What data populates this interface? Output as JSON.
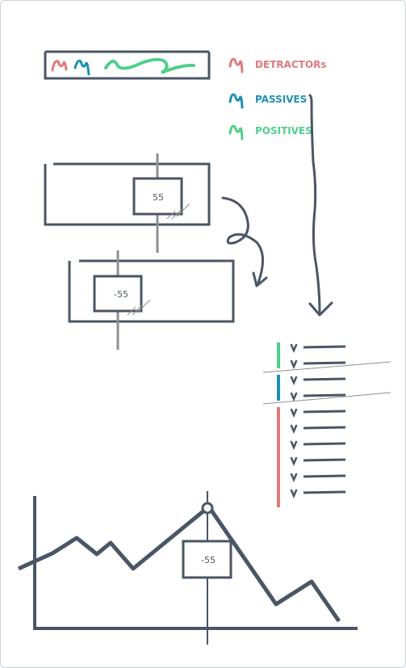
{
  "legend": {
    "items": [
      {
        "label": "DETRACTORs",
        "color": "#e07a7a"
      },
      {
        "label": "PASSIVES",
        "color": "#1f8fb5"
      },
      {
        "label": "POSITIVES",
        "color": "#4fcf8a"
      }
    ]
  },
  "scores": {
    "box_one": "55",
    "box_two": "-55",
    "chart_marker": "-55"
  },
  "colors": {
    "ink": "#4a5666",
    "grey": "#8f8f8f",
    "detractor": "#e07a7a",
    "passive": "#1f8fb5",
    "positive": "#4fcf8a"
  },
  "checklist": {
    "groups": [
      {
        "name": "positives",
        "rows": 2,
        "color": "#4fcf8a"
      },
      {
        "name": "passives",
        "rows": 2,
        "color": "#1f8fb5"
      },
      {
        "name": "detractors",
        "rows": 6,
        "color": "#e07a7a"
      }
    ]
  }
}
